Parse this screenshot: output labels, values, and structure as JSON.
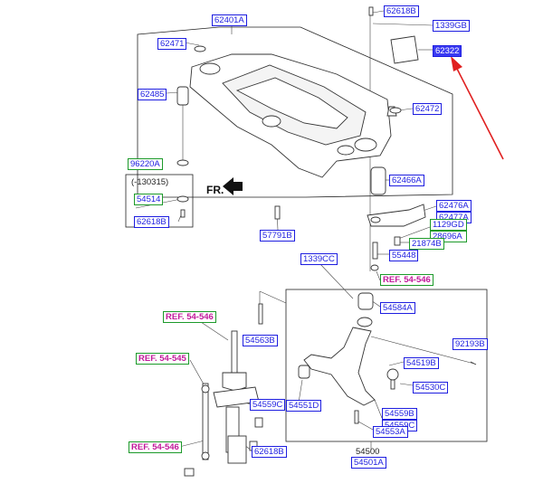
{
  "colors": {
    "label_blue": "#1d1de0",
    "ref_magenta": "#c1189a",
    "ref_border_green": "#1c9a2a",
    "selected_fill": "#3b3bf2",
    "arrow_red": "#e02020"
  },
  "labels": {
    "p62401A": "62401A",
    "p62618B_top": "62618B",
    "p1339GB": "1339GB",
    "p62322": "62322",
    "p62471": "62471",
    "p62485": "62485",
    "p62472": "62472",
    "p96220A": "96220A",
    "note_130315": "(-130315)",
    "p54514": "54514",
    "p62618B_note": "62618B",
    "fr": "FR.",
    "p62466A": "62466A",
    "p62476A": "62476A",
    "p62477A": "62477A",
    "p1129GD": "1129GD",
    "p28696A": "28696A",
    "p21874B": "21874B",
    "p57791B": "57791B",
    "p1339CC": "1339CC",
    "p55448": "55448",
    "ref_546_a": "REF. 54-546",
    "p54584A": "54584A",
    "ref_546_b": "REF. 54-546",
    "p54563B": "54563B",
    "p92193B": "92193B",
    "ref_545": "REF. 54-545",
    "p54519B": "54519B",
    "p54530C": "54530C",
    "p54559C": "54559C",
    "p54551D": "54551D",
    "p54559B": "54559B",
    "p54559C_b": "54559C",
    "p54553A": "54553A",
    "ref_546_c": "REF. 54-546",
    "p62618B_bottom": "62618B",
    "p54500": "54500",
    "p54501A": "54501A"
  }
}
